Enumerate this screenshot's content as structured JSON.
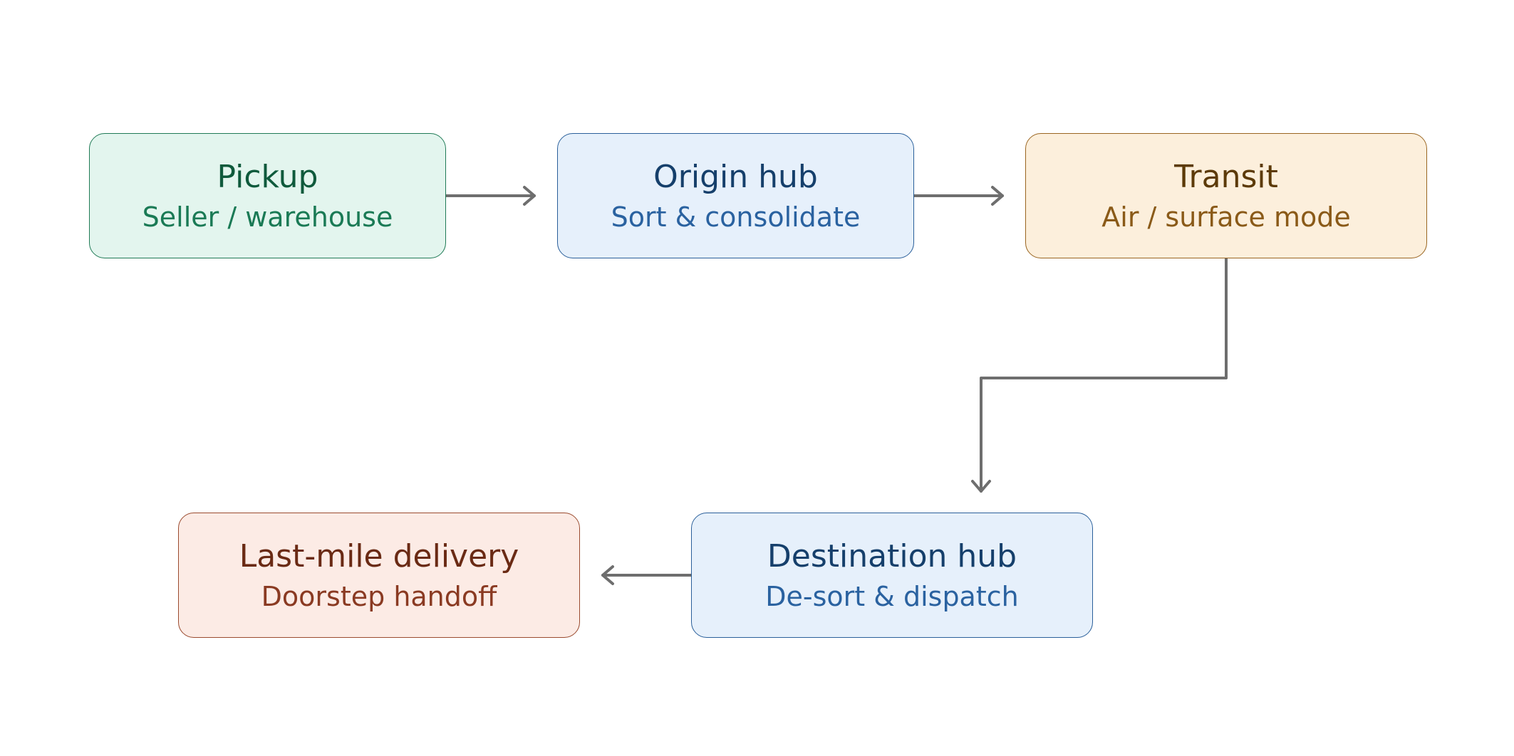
{
  "diagram": {
    "edge_color": "#6e6e6e",
    "nodes": [
      {
        "id": "pickup",
        "title": "Pickup",
        "subtitle": "Seller / warehouse",
        "fill": "#e3f5ee",
        "border": "#1f7a55",
        "title_color": "#0f5a3c",
        "subtitle_color": "#1a7a55"
      },
      {
        "id": "origin",
        "title": "Origin hub",
        "subtitle": "Sort & consolidate",
        "fill": "#e6f0fb",
        "border": "#2a5f9a",
        "title_color": "#153f6b",
        "subtitle_color": "#2a62a0"
      },
      {
        "id": "transit",
        "title": "Transit",
        "subtitle": "Air / surface mode",
        "fill": "#fcefdc",
        "border": "#9a6520",
        "title_color": "#5c3a08",
        "subtitle_color": "#8a5a18"
      },
      {
        "id": "destination",
        "title": "Destination hub",
        "subtitle": "De-sort & dispatch",
        "fill": "#e6f0fb",
        "border": "#2a5f9a",
        "title_color": "#153f6b",
        "subtitle_color": "#2a62a0"
      },
      {
        "id": "lastmile",
        "title": "Last-mile delivery",
        "subtitle": "Doorstep handoff",
        "fill": "#fcebe5",
        "border": "#9a4a2e",
        "title_color": "#6a2a14",
        "subtitle_color": "#8a3a22"
      }
    ],
    "edges": [
      {
        "from": "pickup",
        "to": "origin"
      },
      {
        "from": "origin",
        "to": "transit"
      },
      {
        "from": "transit",
        "to": "destination"
      },
      {
        "from": "destination",
        "to": "lastmile"
      }
    ]
  }
}
